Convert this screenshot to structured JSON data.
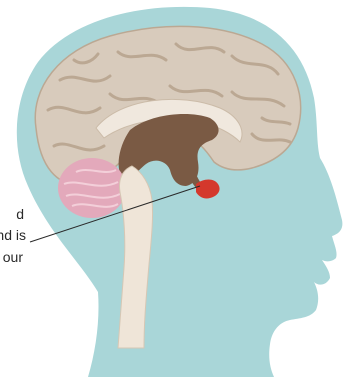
{
  "caption": {
    "lines": [
      "d",
      "nd is",
      "our"
    ]
  },
  "colors": {
    "head": "#a9d6d8",
    "brain_gray": "#d8cbbc",
    "brain_fold": "#bba893",
    "ventricle": "#7a5a44",
    "cerebellum": "#e3a9bb",
    "brainstem": "#efe5d8",
    "gland": "#d4382c",
    "pointer": "#2a2a2a"
  },
  "icons": {
    "head": "human-head-silhouette",
    "brain": "brain-cross-section",
    "gland": "pituitary-gland"
  }
}
